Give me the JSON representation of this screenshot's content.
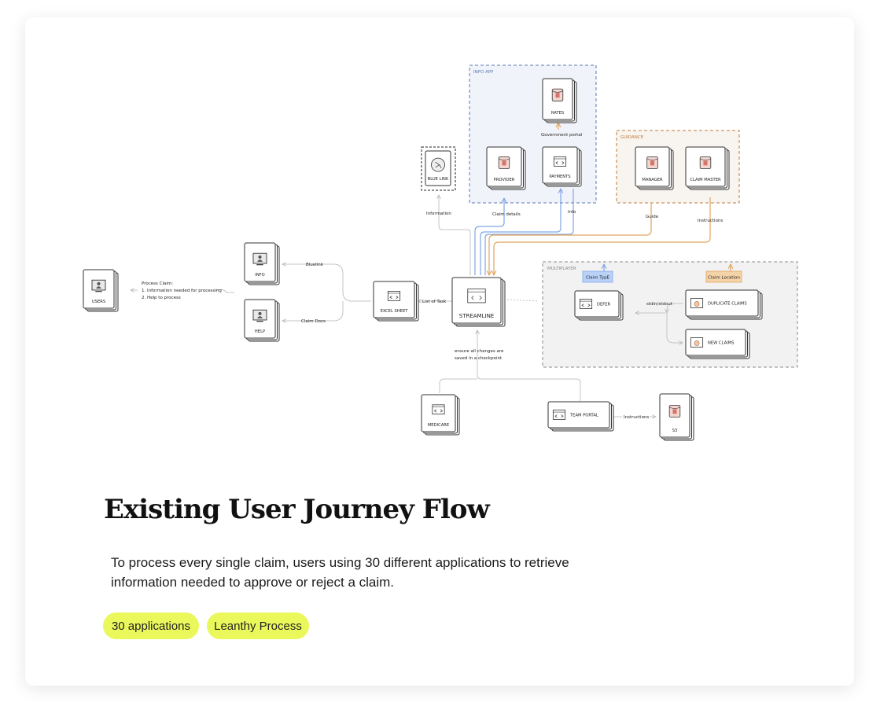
{
  "colors": {
    "accent_blue": "#7fa6e6",
    "accent_orange": "#e0a55c",
    "tag_bg": "#ebf85b",
    "info_app_bg": "#f0f3f9",
    "guidance_bg": "#f8f5f0",
    "multiplayer_bg": "#f2f2f2"
  },
  "diagram": {
    "groups": [
      {
        "label": "INFO APP"
      },
      {
        "label": "GUIDANCE"
      },
      {
        "label": "MULTIPLAYER"
      }
    ],
    "nodes": [
      {
        "label": "USERS",
        "icon": "monitor-user-icon"
      },
      {
        "label": "INFO",
        "icon": "laptop-user-icon"
      },
      {
        "label": "HELP",
        "icon": "monitor-user-icon"
      },
      {
        "label": "EXCEL SHEET",
        "icon": "code-window-icon"
      },
      {
        "label": "STREAMLINE",
        "icon": "code-window-icon"
      },
      {
        "label": "BLUE LINK",
        "icon": "share-icon"
      },
      {
        "label": "PROVIDER",
        "icon": "database-icon"
      },
      {
        "label": "PAYMENTS",
        "icon": "code-window-icon"
      },
      {
        "label": "RATES",
        "icon": "database-icon"
      },
      {
        "label": "MANAGER",
        "icon": "database-icon"
      },
      {
        "label": "CLAIM  MASTER",
        "icon": "database-icon"
      },
      {
        "label": "DEFER",
        "icon": "code-window-icon"
      },
      {
        "label": "DUPLICATE CLAIMS",
        "icon": "bot-icon"
      },
      {
        "label": "NEW CLAIMS",
        "icon": "bot-icon"
      },
      {
        "label": "MEDICARE",
        "icon": "code-window-icon"
      },
      {
        "label": "TEAM PORTAL",
        "icon": "code-window-icon"
      },
      {
        "label": "S3",
        "icon": "database-icon"
      }
    ],
    "edge_labels": [
      "Bluelink",
      "Claim Docs",
      "List of Task",
      "Information",
      "Claim details",
      "Info",
      "Government portal",
      "Guide",
      "Instructions",
      "stdin/stdout",
      "Instructions"
    ],
    "process_note": [
      "Process Claim:",
      "1. Information needed for processing",
      "2. Help to process"
    ],
    "checkpoint_note": [
      "ensure all changes are",
      "saved in a checkpoint"
    ],
    "badges": [
      {
        "label": "Claim TypE"
      },
      {
        "label": "Claim Location"
      }
    ]
  },
  "heading": "Existing User Journey Flow",
  "description": "To process every single claim,  users using 30 different applications to retrieve information needed to approve or reject a claim.",
  "tags": [
    "30 applications",
    "Leanthy Process"
  ]
}
